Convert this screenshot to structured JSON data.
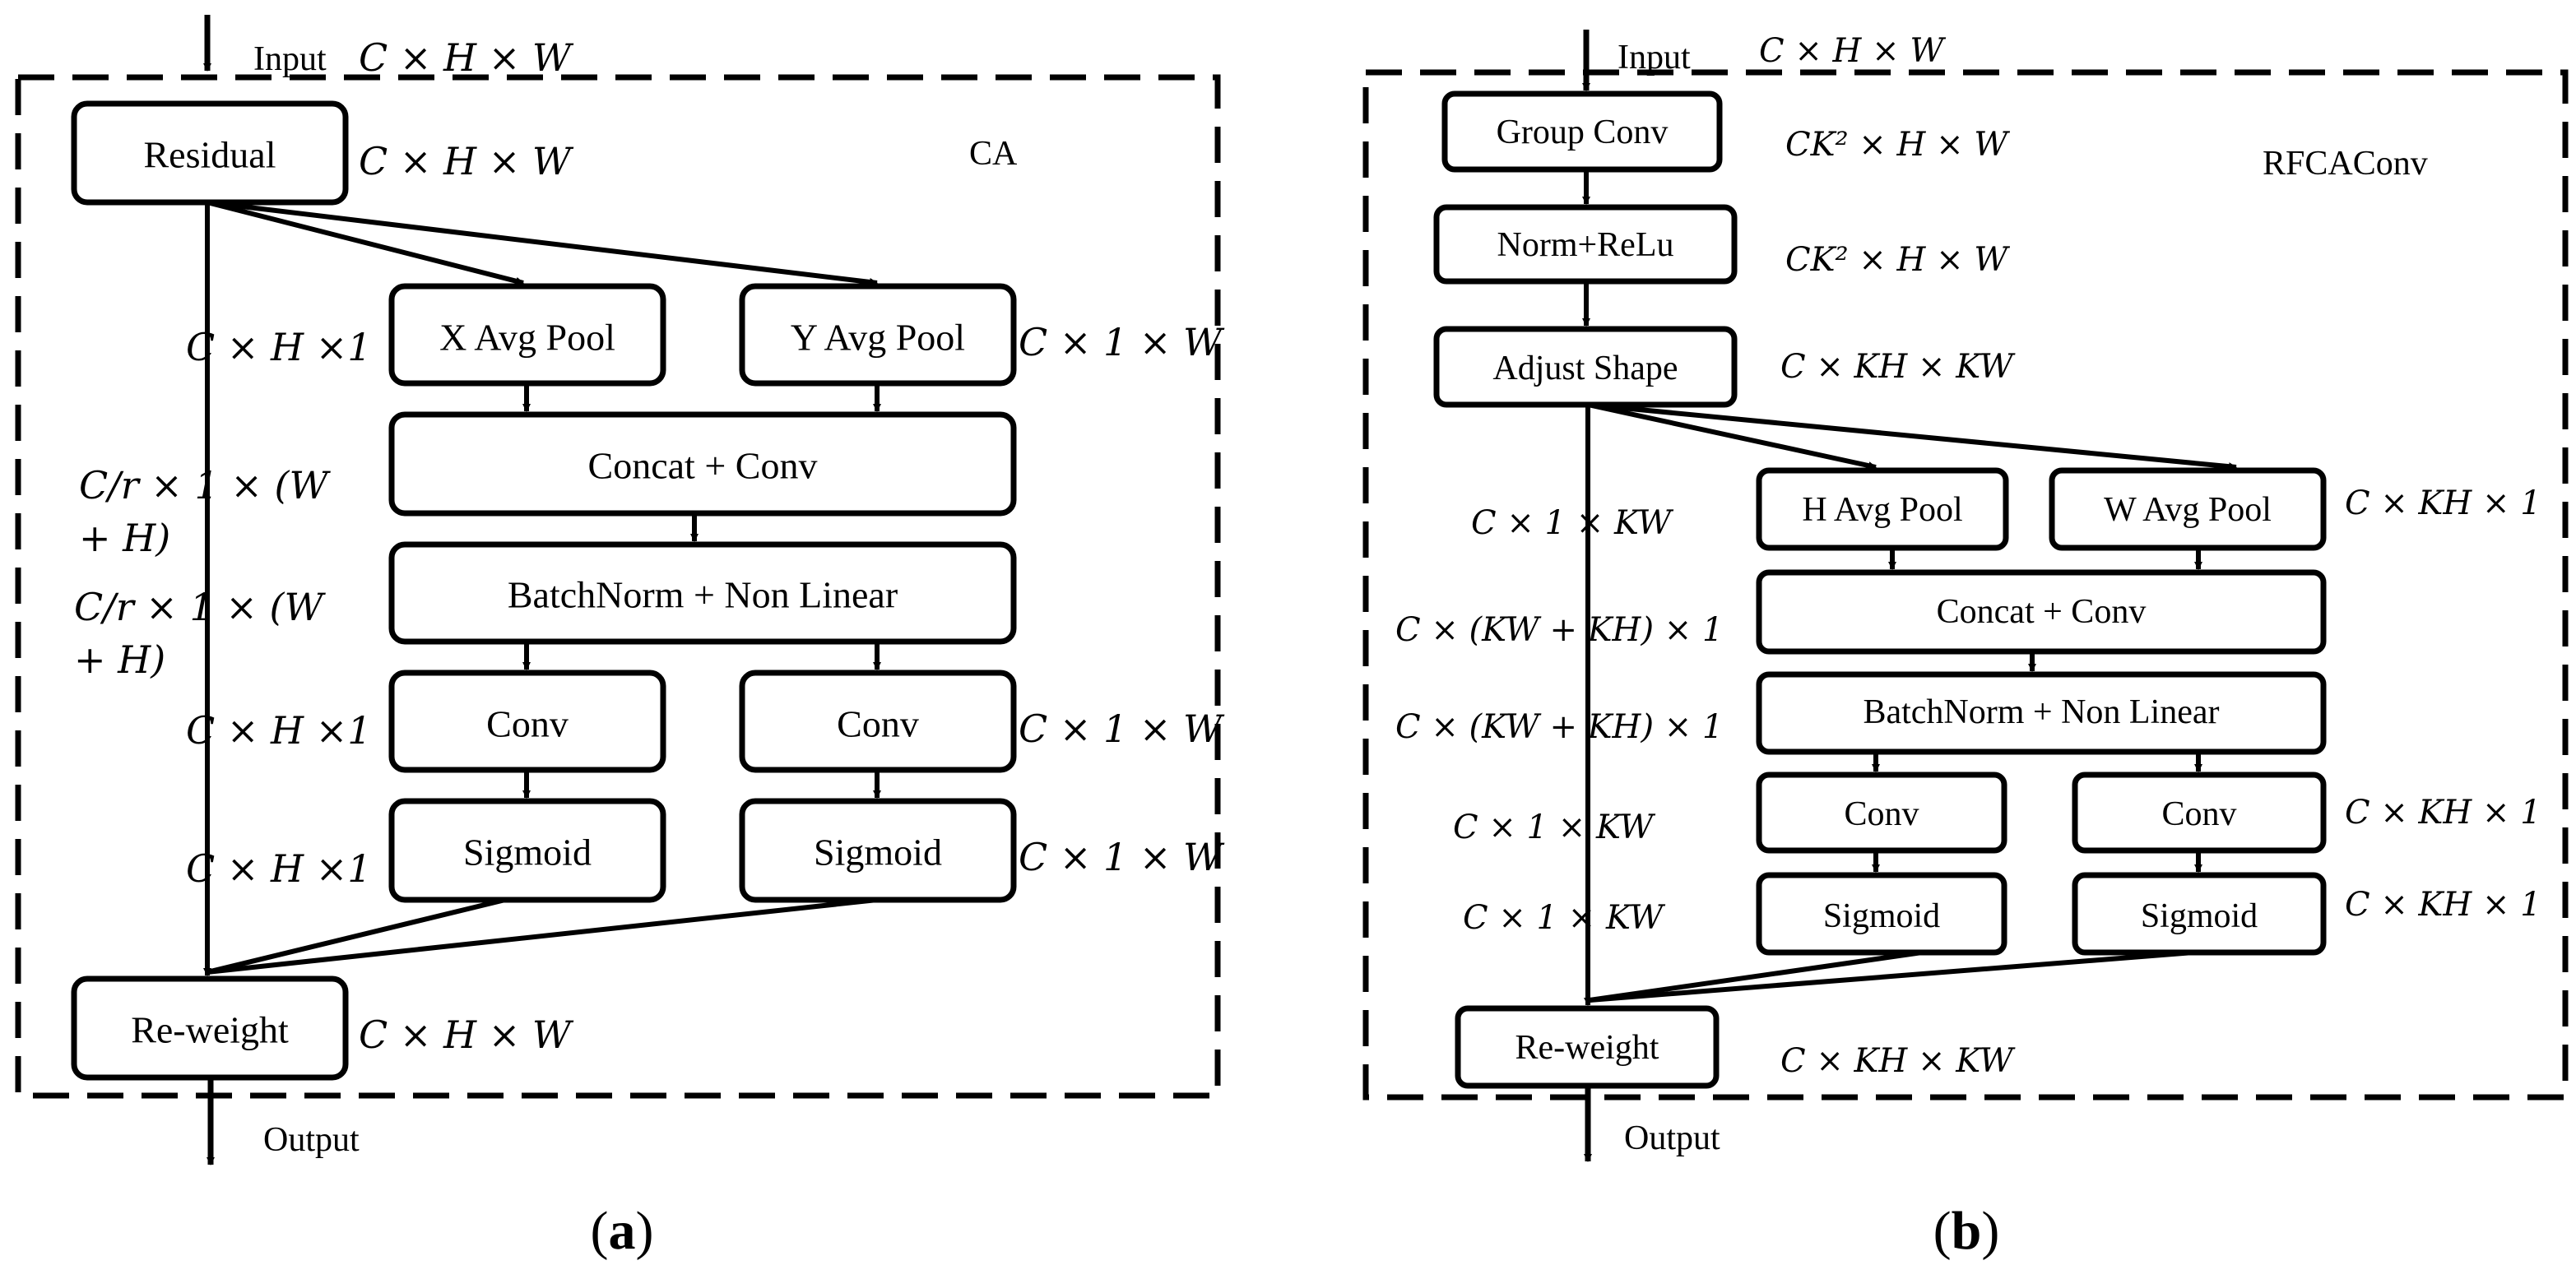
{
  "panel_a": {
    "title": "CA",
    "input_label": "Input",
    "output_label": "Output",
    "caption_open": "(",
    "caption_letter": "a",
    "caption_close": ")",
    "boxes": {
      "residual": "Residual",
      "x_pool": "X Avg Pool",
      "y_pool": "Y Avg Pool",
      "concat": "Concat + Conv",
      "bnorm": "BatchNorm + Non Linear",
      "conv_left": "Conv",
      "conv_right": "Conv",
      "sig_left": "Sigmoid",
      "sig_right": "Sigmoid",
      "reweight": "Re-weight"
    },
    "dims": {
      "input": "C × H × W",
      "residual": "C × H × W",
      "left_pool": "C × H ×1",
      "right_pool": "C × 1 × W",
      "concat_l1": "C/r × 1 × (W",
      "concat_l2": "+ H)",
      "bnorm_l1": "C/r × 1 × (W",
      "bnorm_l2": "+ H)",
      "left_conv": "C × H ×1",
      "right_conv": "C × 1 × W",
      "left_sig": "C × H ×1",
      "right_sig": "C × 1 × W",
      "reweight": "C × H × W"
    }
  },
  "panel_b": {
    "title": "RFCAConv",
    "input_label": "Input",
    "output_label": "Output",
    "caption_open": "(",
    "caption_letter": "b",
    "caption_close": ")",
    "colors": {
      "group_conv": "#b9e0b0",
      "norm_relu": "#7cbbe4",
      "adjust_shape": "#f8a882"
    },
    "boxes": {
      "group_conv": "Group Conv",
      "norm_relu": "Norm+ReLu",
      "adjust_shape": "Adjust Shape",
      "h_pool": "H Avg Pool",
      "w_pool": "W Avg Pool",
      "concat": "Concat + Conv",
      "bnorm": "BatchNorm + Non Linear",
      "conv_left": "Conv",
      "conv_right": "Conv",
      "sig_left": "Sigmoid",
      "sig_right": "Sigmoid",
      "reweight": "Re-weight"
    },
    "dims": {
      "input": "C × H × W",
      "group_conv": "CK² × H × W",
      "norm_relu": "CK² × H × W",
      "adjust_shape": "C × KH × KW",
      "left_pool": "C × 1 × KW",
      "right_pool": "C × KH × 1",
      "concat": "C × (KW + KH) × 1",
      "bnorm": "C × (KW + KH) × 1",
      "left_conv": "C × 1 × KW",
      "right_conv": "C × KH × 1",
      "left_sig": "C × 1 × KW",
      "right_sig": "C × KH × 1",
      "reweight": "C × KH × KW"
    }
  }
}
